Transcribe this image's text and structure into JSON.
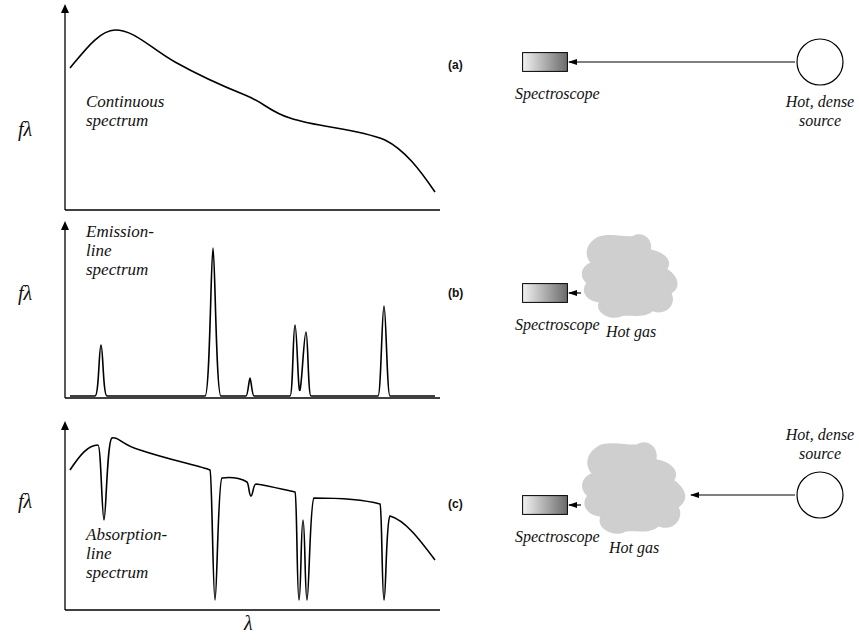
{
  "diagram": {
    "nodes": [
      {
        "text": [
          "Spectroscope"
        ]
      },
      {
        "text": [
          "Hot, dense source"
        ]
      },
      {
        "text": [
          "Spectroscope"
        ]
      },
      {
        "text": [
          "Hot gas"
        ]
      },
      {
        "text": [
          "Spectroscope"
        ]
      },
      {
        "text": [
          "Hot gas"
        ]
      },
      {
        "text": [
          "Hot, dense source"
        ]
      }
    ],
    "edges": [
      {
        "from": 1,
        "to": 0,
        "arrow": "to"
      },
      {
        "from": 3,
        "to": 2,
        "arrow": "to"
      },
      {
        "from": 6,
        "to": 5,
        "arrow": "to"
      },
      {
        "from": 5,
        "to": 4,
        "arrow": "to"
      }
    ],
    "labels": [
      "fλ",
      "Continuous spectrum",
      "(a)",
      "fλ",
      "Emission-line spectrum",
      "(b)",
      "fλ",
      "Absorption-line spectrum",
      "(c)",
      "λ"
    ]
  }
}
